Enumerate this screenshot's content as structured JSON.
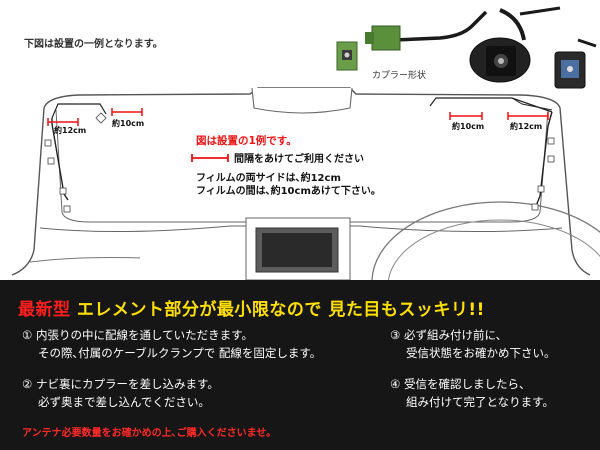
{
  "diagram": {
    "caption": "下図は設置の一例となります。",
    "coupler_label": "カプラー形状",
    "example_note": "図は設置の1例です。",
    "spacing_note": "間隔をあけてご利用ください",
    "film_side": "フィルムの両サイドは､約12cm",
    "film_gap": "フィルムの間は､約10cmあけて下さい。",
    "measure_left_12": "約12cm",
    "measure_left_10": "約10cm",
    "measure_right_10": "約10cm",
    "measure_right_12": "約12cm"
  },
  "panel": {
    "headline_a": "最新型",
    "headline_b": "エレメント部分が最小限なので",
    "headline_c": "見た目もスッキリ!!",
    "step1_line1": "① 内張りの中に配線を通していただきます。",
    "step1_line2": "その際､付属のケーブルクランプで 配線を固定します。",
    "step2_line1": "② ナビ裏にカプラーを差し込みます。",
    "step2_line2": "必ず奥まで差し込んでください。",
    "step3_line1": "③ 必ず組み付け前に、",
    "step3_line2": "受信状態をお確かめ下さい。",
    "step4_line1": "④ 受信を確認しましたら、",
    "step4_line2": "組み付けて完了となります。",
    "note": "アンテナ必要数量をお確かめの上､ご購入くださいませ｡"
  },
  "colors": {
    "accent_red": "#ff1e1e",
    "highlight_yellow": "#ffe000",
    "panel_background": "#161616",
    "connector_green": "#5a8f3c"
  },
  "icons": [
    "green-coupler-icon",
    "black-coupler-icon",
    "navigation-screen-icon"
  ]
}
